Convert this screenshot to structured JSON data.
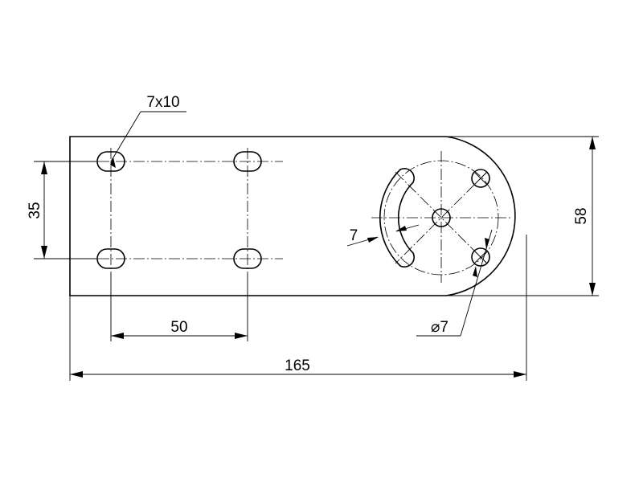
{
  "drawing": {
    "slot_label": "7x10",
    "dim_vertical_spacing": "35",
    "dim_height": "58",
    "dim_horizontal_spacing": "50",
    "dim_total_length": "165",
    "dim_arc_slot_width": "7",
    "dim_hole_diameter": "⌀7"
  }
}
